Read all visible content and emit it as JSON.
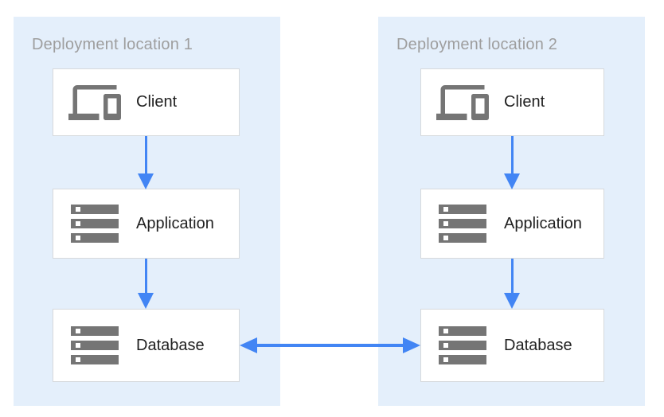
{
  "colors": {
    "panel_bg": "#e4effb",
    "box_bg": "#ffffff",
    "box_border": "#d6d9dc",
    "arrow": "#4285f4",
    "icon": "#757575",
    "panel_label": "#9e9e9e",
    "node_label": "#212121"
  },
  "panels": [
    {
      "label": "Deployment location 1",
      "nodes": [
        {
          "label": "Client",
          "icon": "devices-icon"
        },
        {
          "label": "Application",
          "icon": "server-stack-icon"
        },
        {
          "label": "Database",
          "icon": "server-stack-icon"
        }
      ]
    },
    {
      "label": "Deployment location 2",
      "nodes": [
        {
          "label": "Client",
          "icon": "devices-icon"
        },
        {
          "label": "Application",
          "icon": "server-stack-icon"
        },
        {
          "label": "Database",
          "icon": "server-stack-icon"
        }
      ]
    }
  ],
  "connections": [
    {
      "from": "client-1",
      "to": "application-1",
      "direction": "down"
    },
    {
      "from": "application-1",
      "to": "database-1",
      "direction": "down"
    },
    {
      "from": "client-2",
      "to": "application-2",
      "direction": "down"
    },
    {
      "from": "application-2",
      "to": "database-2",
      "direction": "down"
    },
    {
      "from": "database-1",
      "to": "database-2",
      "direction": "bidirectional"
    }
  ]
}
